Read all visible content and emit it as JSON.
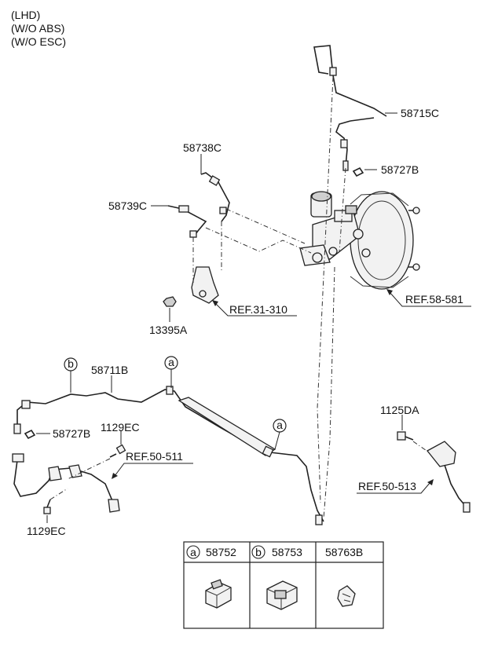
{
  "notes": [
    "(LHD)",
    "(W/O ABS)",
    "(W/O ESC)"
  ],
  "labels": {
    "p58715C": "58715C",
    "p58727B_top": "58727B",
    "p58738C": "58738C",
    "p58739C": "58739C",
    "p13395A": "13395A",
    "p58711B": "58711B",
    "p58727B_left": "58727B",
    "p1129EC_top": "1129EC",
    "p1129EC_bottom": "1129EC",
    "p1125DA": "1125DA"
  },
  "refs": {
    "ref_31_310": "REF.31-310",
    "ref_58_581": "REF.58-581",
    "ref_50_511": "REF.50-511",
    "ref_50_513": "REF.50-513"
  },
  "callouts": {
    "a_upper": "a",
    "a_lower": "a",
    "b": "b"
  },
  "table": {
    "col1": {
      "mark": "a",
      "part": "58752"
    },
    "col2": {
      "mark": "b",
      "part": "58753"
    },
    "col3": {
      "part": "58763B"
    }
  }
}
